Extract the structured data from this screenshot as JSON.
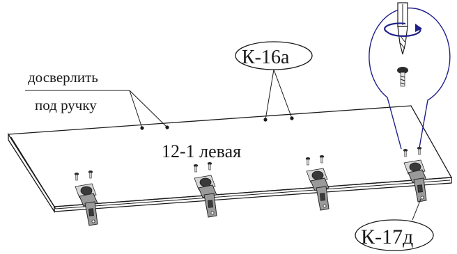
{
  "labels": {
    "drill_note_line1": "досверлить",
    "drill_note_line2": "под ручку",
    "panel_label": "12-1 левая",
    "handle_code": "К-16а",
    "hinge_code": "К-17д"
  },
  "hinge_count": 4
}
